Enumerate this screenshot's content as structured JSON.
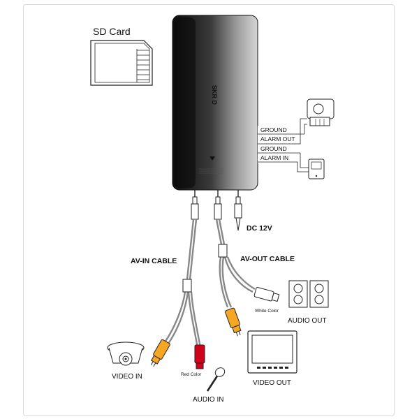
{
  "sd_card": {
    "label": "SD Card"
  },
  "device": {
    "brand": "SKR D"
  },
  "alarm_terminal": {
    "rows": [
      "GROUND",
      "ALARM OUT",
      "GROUND",
      "ALARM IN"
    ]
  },
  "power": {
    "label": "DC 12V"
  },
  "av_in_cable": {
    "label": "AV-IN CABLE",
    "red_plug_label": "Red Color",
    "video_in_label": "VIDEO IN",
    "audio_in_label": "AUDIO IN"
  },
  "av_out_cable": {
    "label": "AV-OUT CABLE",
    "white_plug_label": "White Color",
    "audio_out_label": "AUDIO OUT",
    "video_out_label": "VIDEO OUT"
  },
  "colors": {
    "yellow_plug": "#f5a623",
    "red_plug": "#d0021b",
    "white_plug": "#ffffff",
    "device_dark": "#1a1a1a"
  }
}
